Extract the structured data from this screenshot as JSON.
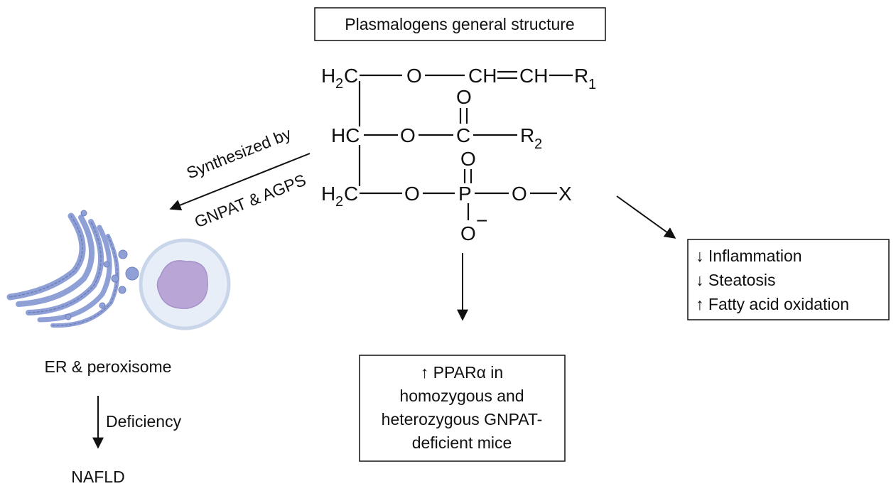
{
  "title": "Plasmalogens general structure",
  "structure": {
    "row1": {
      "c": "H",
      "c_sub": "2",
      "c_tail": "C",
      "o": "O",
      "ch1": "CH",
      "ch2": "CH",
      "r": "R",
      "r_sub": "1"
    },
    "row2": {
      "c": "HC",
      "o": "O",
      "carbonyl_o": "O",
      "carbon": "C",
      "r": "R",
      "r_sub": "2"
    },
    "row3": {
      "c": "H",
      "c_sub": "2",
      "c_tail": "C",
      "o": "O",
      "phos_o_top": "O",
      "phos": "P",
      "phos_o_bottom": "O",
      "charge": "−",
      "o2": "O",
      "x": "X"
    }
  },
  "synthesis": {
    "line1": "Synthesized by",
    "line2": "GNPAT & AGPS"
  },
  "organelle_label": "ER & peroxisome",
  "deficiency_label": "Deficiency",
  "disease_label": "NAFLD",
  "effects": {
    "items": [
      {
        "arrow": "↓",
        "text": "Inflammation"
      },
      {
        "arrow": "↓",
        "text": "Steatosis"
      },
      {
        "arrow": "↑",
        "text": "Fatty acid oxidation"
      }
    ]
  },
  "ppar": {
    "lines": [
      "↑ PPARα in",
      "homozygous and",
      "heterozygous GNPAT-",
      "deficient mice"
    ]
  },
  "colors": {
    "er_fill": "#8fa0d6",
    "er_stroke": "#6f80bd",
    "nucleus_fill": "#b9a6d6",
    "cell_fill": "#e8eef8",
    "cell_stroke": "#c9d6ea"
  }
}
